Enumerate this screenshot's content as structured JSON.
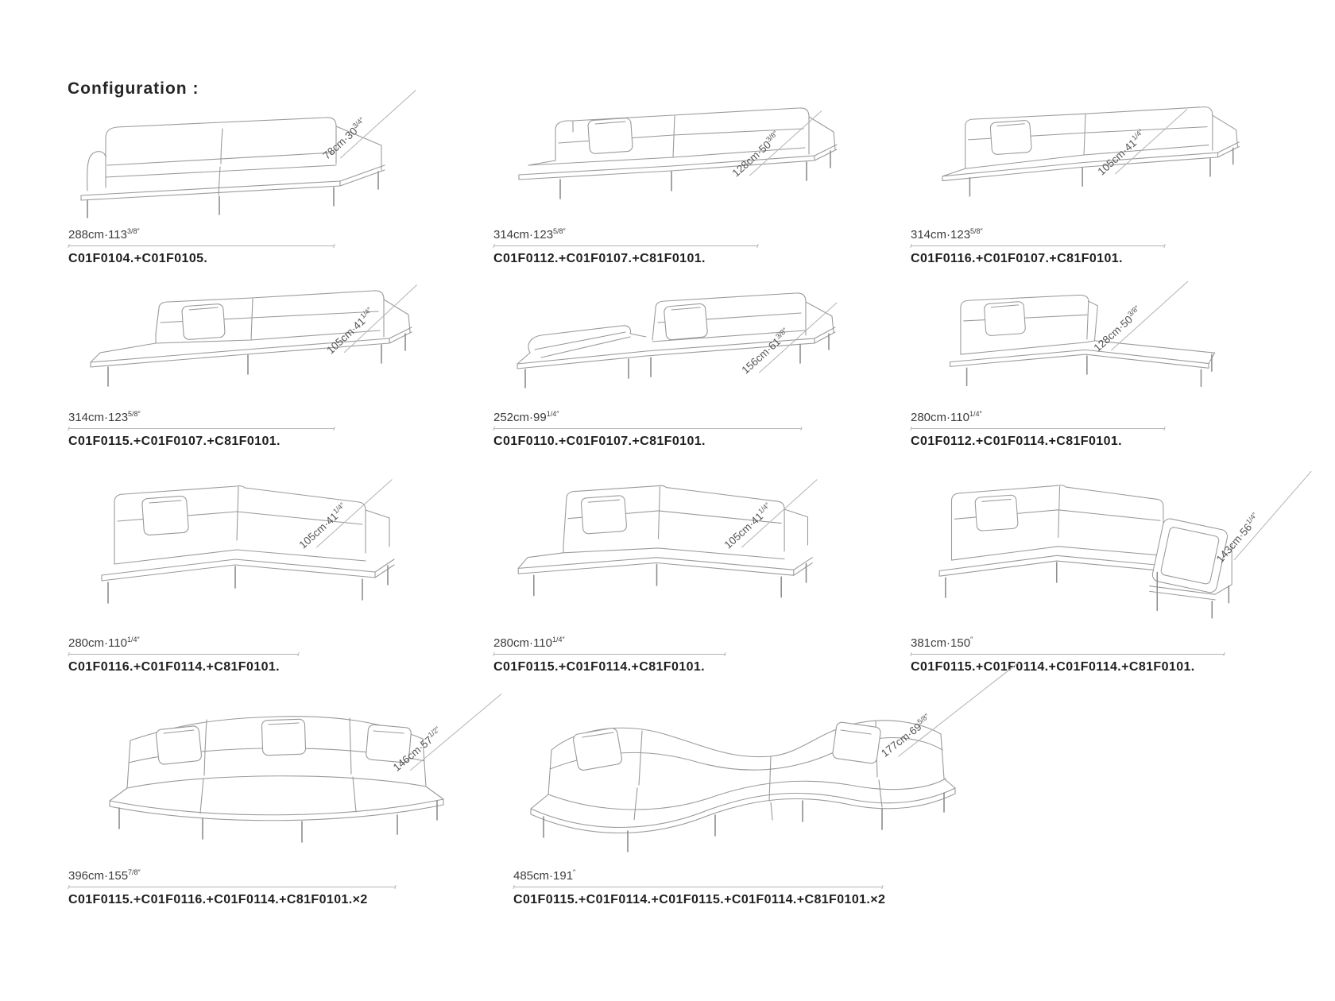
{
  "page": {
    "title": "Configuration :"
  },
  "configs": [
    {
      "width_main": "288cm·113",
      "width_sup": "3/8″",
      "depth_main": "78cm·30",
      "depth_sup": "3/4″",
      "codes": "C01F0104.+C01F0105."
    },
    {
      "width_main": "314cm·123",
      "width_sup": "5/8″",
      "depth_main": "128cm·50",
      "depth_sup": "3/8″",
      "codes": "C01F0112.+C01F0107.+C81F0101."
    },
    {
      "width_main": "314cm·123",
      "width_sup": "5/8″",
      "depth_main": "105cm·41",
      "depth_sup": "1/4″",
      "codes": "C01F0116.+C01F0107.+C81F0101."
    },
    {
      "width_main": "314cm·123",
      "width_sup": "5/8″",
      "depth_main": "105cm·41",
      "depth_sup": "1/4″",
      "codes": "C01F0115.+C01F0107.+C81F0101."
    },
    {
      "width_main": "252cm·99",
      "width_sup": "1/4″",
      "depth_main": "156cm·61",
      "depth_sup": "3/8″",
      "codes": "C01F0110.+C01F0107.+C81F0101."
    },
    {
      "width_main": "280cm·110",
      "width_sup": "1/4″",
      "depth_main": "128cm·50",
      "depth_sup": "3/8″",
      "codes": "C01F0112.+C01F0114.+C81F0101."
    },
    {
      "width_main": "280cm·110",
      "width_sup": "1/4″",
      "depth_main": "105cm·41",
      "depth_sup": "1/4″",
      "codes": "C01F0116.+C01F0114.+C81F0101."
    },
    {
      "width_main": "280cm·110",
      "width_sup": "1/4″",
      "depth_main": "105cm·41",
      "depth_sup": "1/4″",
      "codes": "C01F0115.+C01F0114.+C81F0101."
    },
    {
      "width_main": "381cm·150",
      "width_sup": "″",
      "depth_main": "143cm·56",
      "depth_sup": "1/4″",
      "codes": "C01F0115.+C01F0114.+C01F0114.+C81F0101."
    },
    {
      "width_main": "396cm·155",
      "width_sup": "7/8″",
      "depth_main": "146cm·57",
      "depth_sup": "1/2″",
      "codes": "C01F0115.+C01F0116.+C01F0114.+C81F0101.×2"
    },
    {
      "width_main": "485cm·191",
      "width_sup": "″",
      "depth_main": "177cm·69",
      "depth_sup": "5/8″",
      "codes": "C01F0115.+C01F0114.+C01F0115.+C01F0114.+C81F0101.×2"
    }
  ]
}
